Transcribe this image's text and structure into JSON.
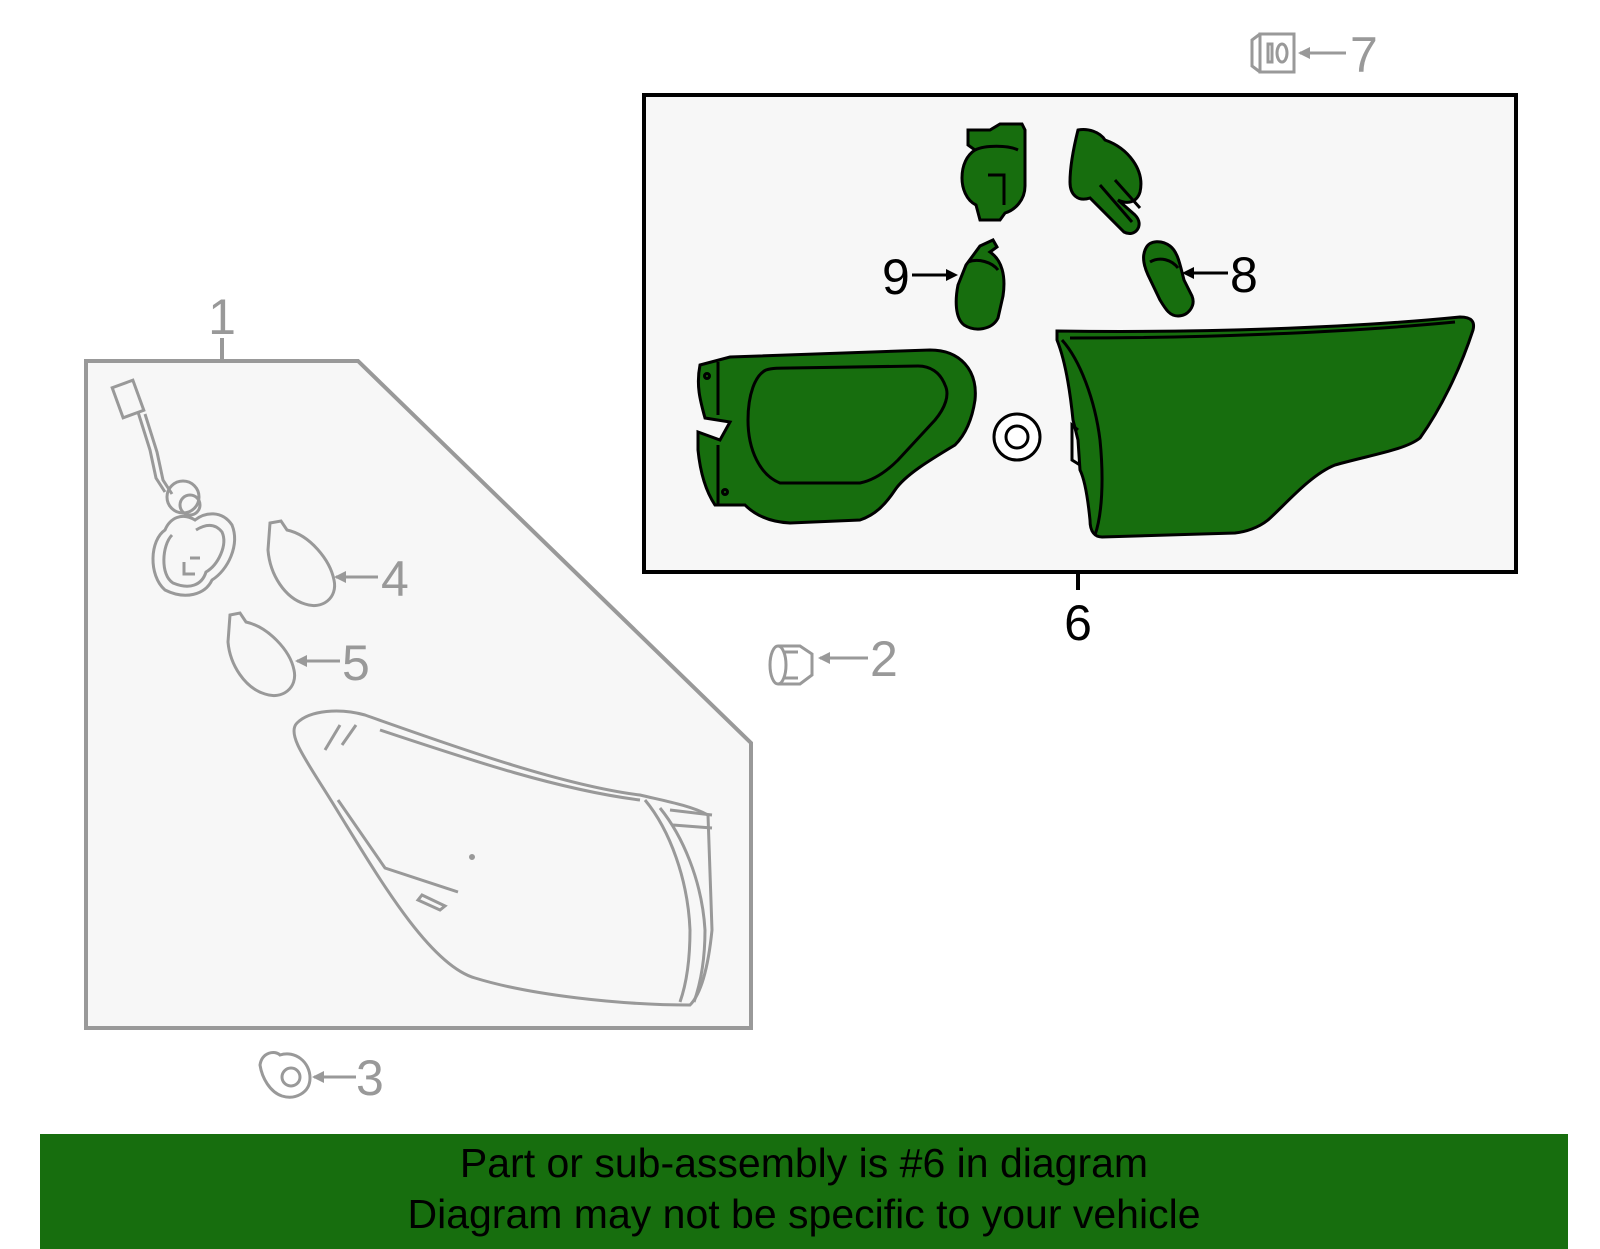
{
  "callouts": {
    "c1": "1",
    "c2": "2",
    "c3": "3",
    "c4": "4",
    "c5": "5",
    "c6": "6",
    "c7": "7",
    "c8": "8",
    "c9": "9"
  },
  "banner": {
    "line1": "Part or sub-assembly is #6 in diagram",
    "line2": "Diagram may not be specific to your vehicle"
  },
  "colors": {
    "highlight": "#176e0e",
    "outline_gray": "#999999",
    "panel_fill": "#f7f7f7"
  }
}
